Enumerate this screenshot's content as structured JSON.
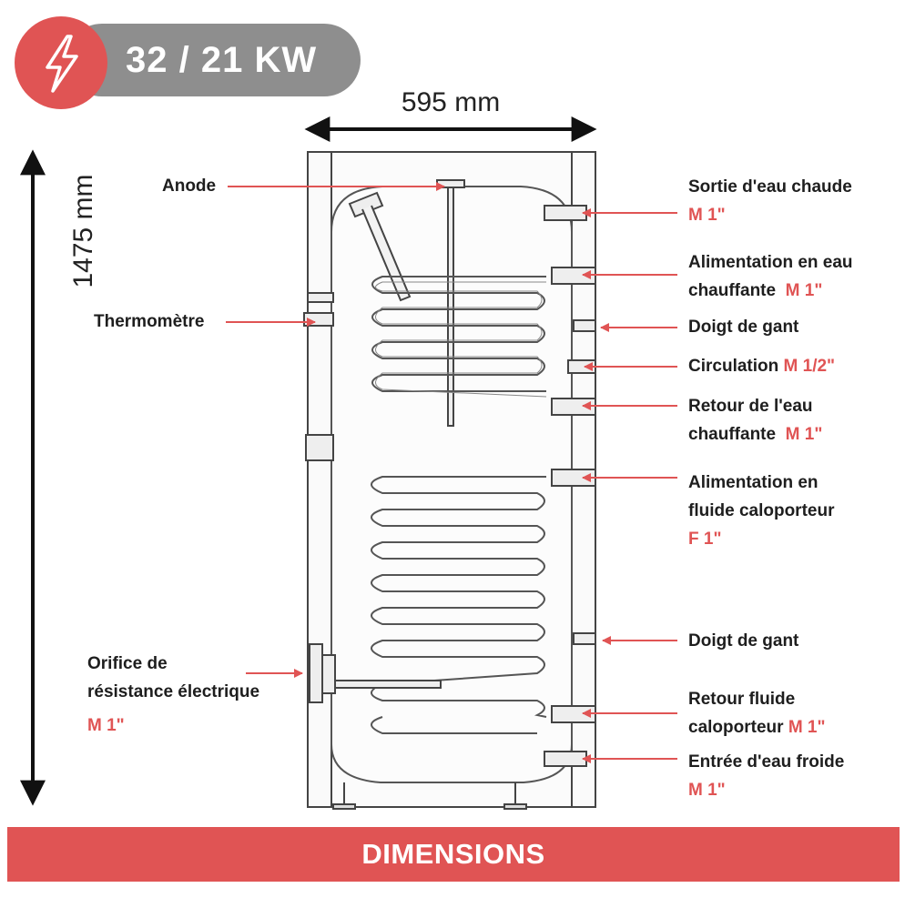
{
  "badge": {
    "power": "32 / 21 KW",
    "icon": "lightning-bolt-icon",
    "circle_color": "#e05454",
    "pill_color": "#8e8e8e"
  },
  "dimensions": {
    "width": "595 mm",
    "height": "1475 mm"
  },
  "labels": {
    "anode": "Anode",
    "thermometre": "Thermomètre",
    "orifice_line1": "Orifice de",
    "orifice_line2": "résistance électrique",
    "orifice_spec": "M 1\"",
    "sortie_chaude": "Sortie d'eau chaude",
    "sortie_chaude_spec": "M 1\"",
    "alim_chauffante_line1": "Alimentation en eau",
    "alim_chauffante_line2": "chauffante",
    "alim_chauffante_spec": "M 1\"",
    "doigt_gant_1": "Doigt de gant",
    "circulation": "Circulation",
    "circulation_spec": "M 1/2\"",
    "retour_chauffante_line1": "Retour de l'eau",
    "retour_chauffante_line2": "chauffante",
    "retour_chauffante_spec": "M 1\"",
    "alim_fluide_line1": "Alimentation en",
    "alim_fluide_line2": "fluide caloporteur",
    "alim_fluide_spec": "F 1\"",
    "doigt_gant_2": "Doigt de gant",
    "retour_fluide_line1": "Retour fluide",
    "retour_fluide_line2": "caloporteur",
    "retour_fluide_spec": "M 1\"",
    "entree_froide": "Entrée d'eau froide",
    "entree_froide_spec": "M 1\""
  },
  "footer": {
    "title": "DIMENSIONS"
  },
  "colors": {
    "accent": "#e05454",
    "line": "#333333"
  }
}
